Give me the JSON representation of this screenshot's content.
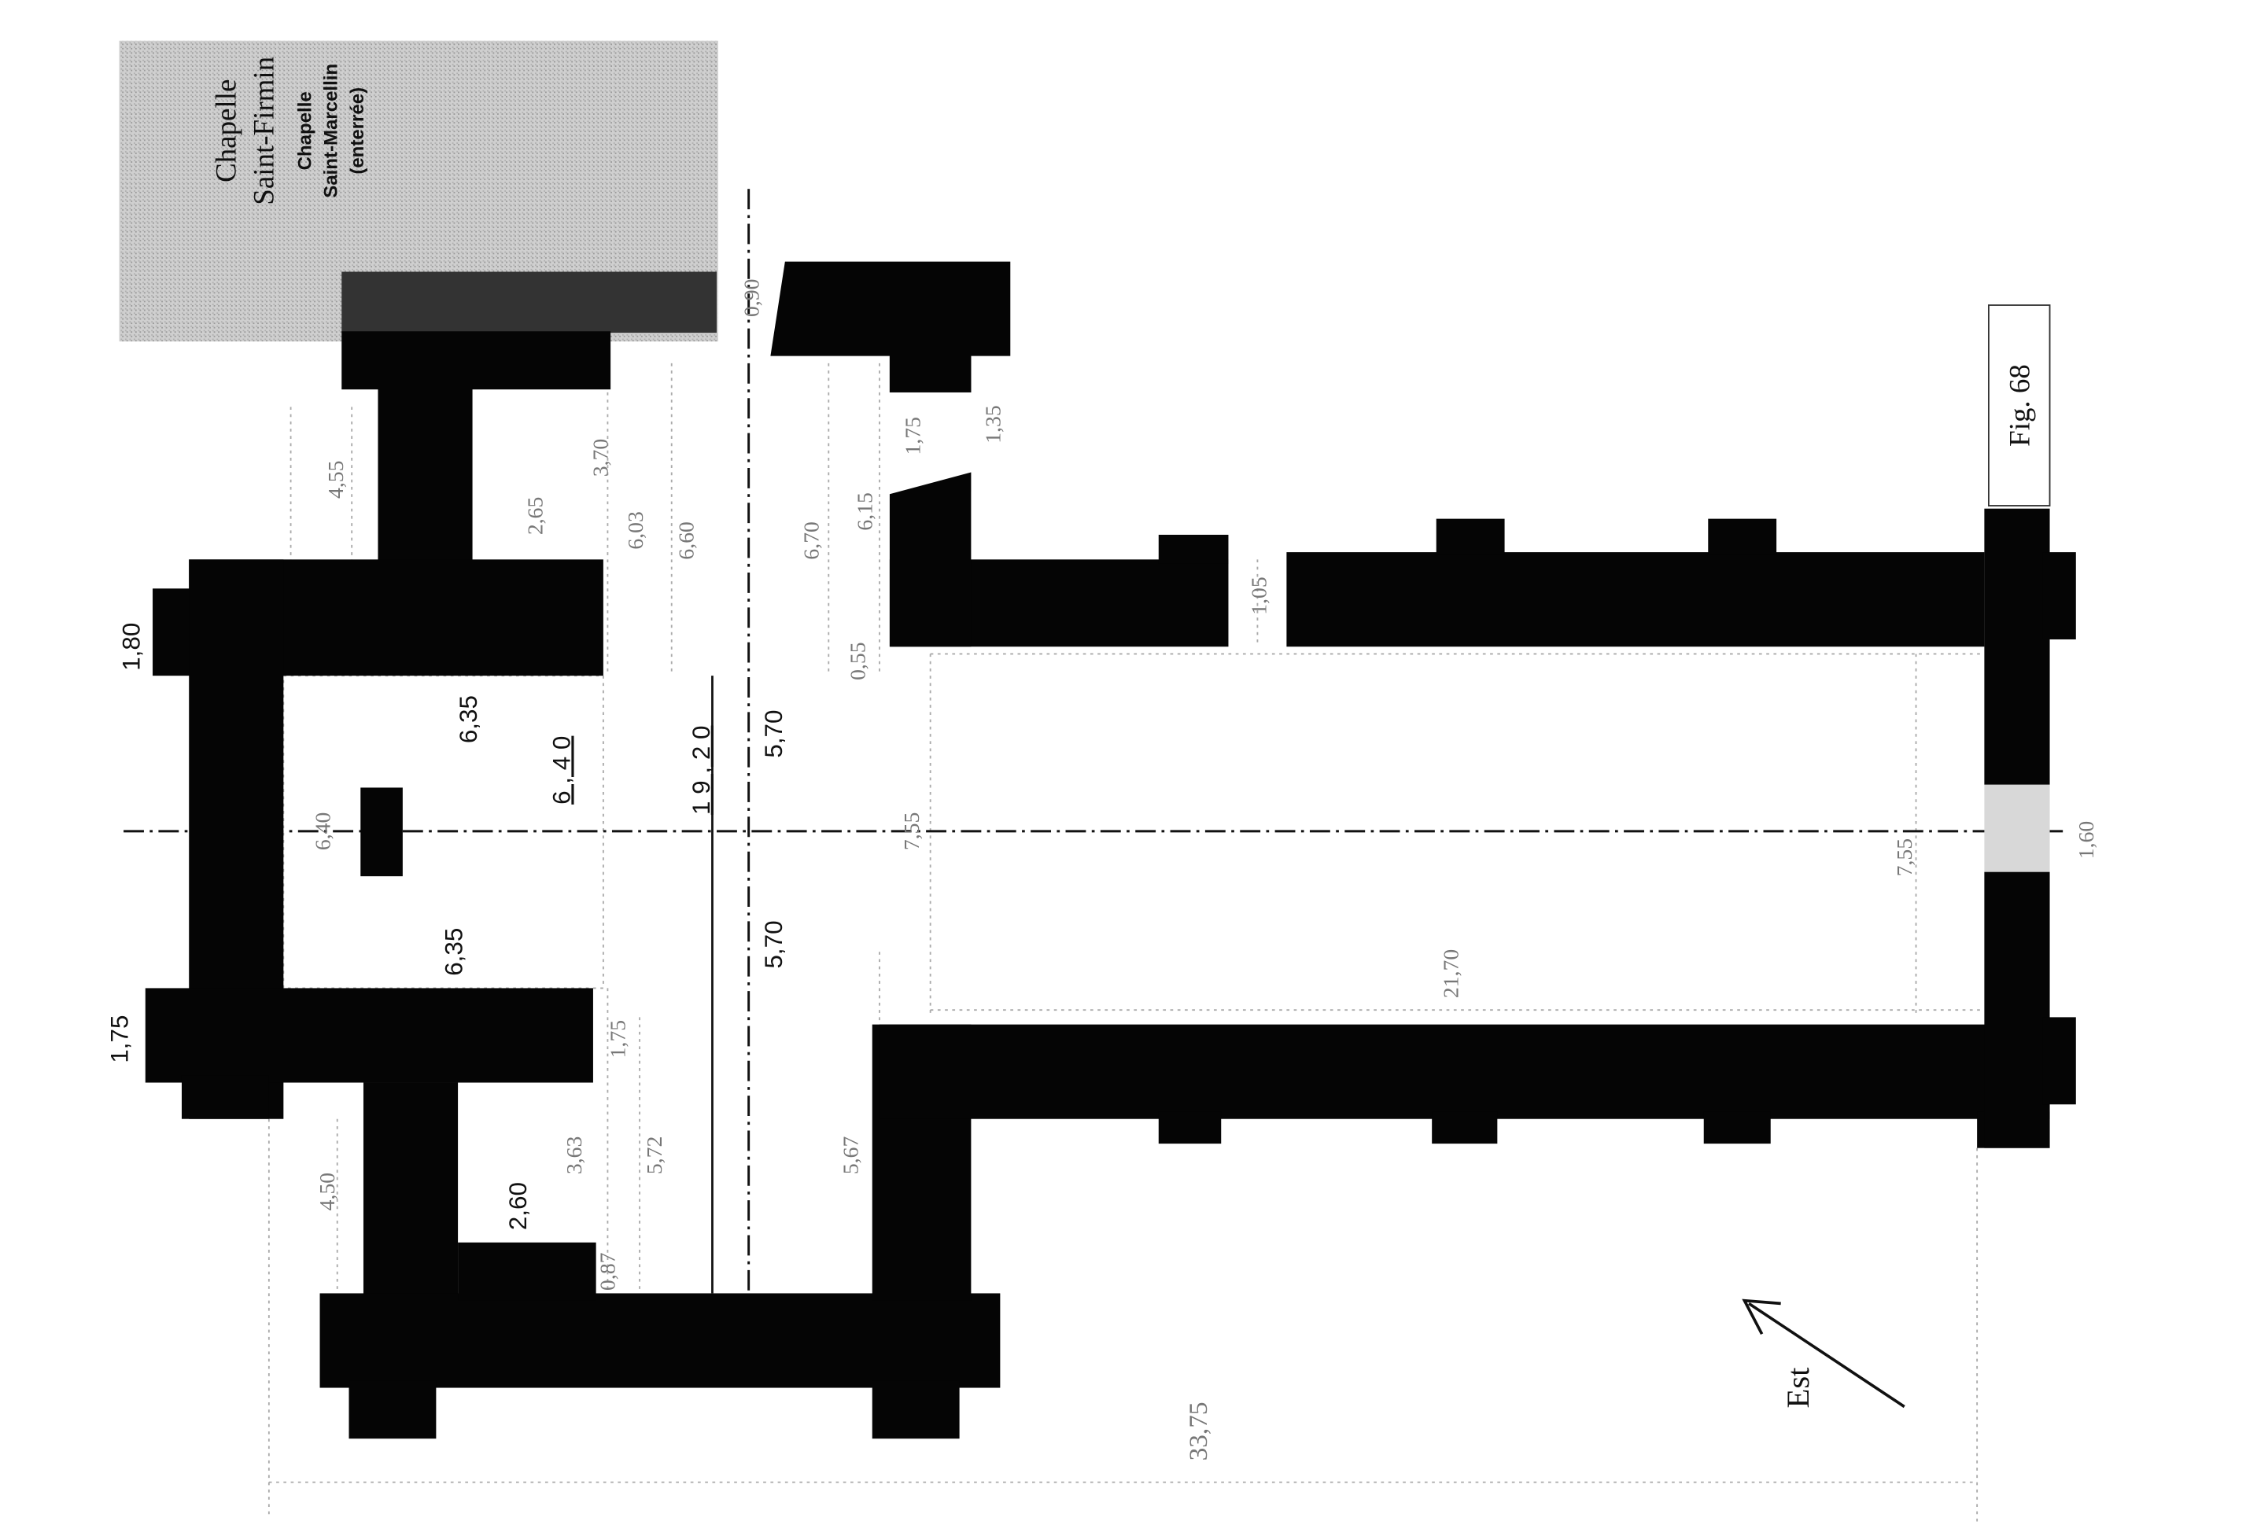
{
  "figure_label": "Fig. 68",
  "orientation_label": "Est",
  "chapels": {
    "line1": "Chapelle",
    "line2": "Saint-Firmin",
    "line3": "Chapelle",
    "line4": "Saint-Marcellin",
    "line5": "(enterrée)"
  },
  "dimensions": {
    "d180": "1,80",
    "d175a": "1,75",
    "d455": "4,55",
    "d450": "4,50",
    "d265": "2,65",
    "d370": "3,70",
    "d603": "6,03",
    "d660": "6,60",
    "d670": "6,70",
    "d615": "6,15",
    "d175b": "1,75",
    "d135": "1,35",
    "d090": "0,90",
    "d055": "0,55",
    "d635a": "6,35",
    "d640": "6,40",
    "d635b": "6,35",
    "d640u": "6 , 4 0",
    "d1920": "1 9 , 2 0",
    "d570a": "5,70",
    "d570b": "5,70",
    "d755a": "7,55",
    "d175c": "1,75",
    "d363": "3,63",
    "d572": "5,72",
    "d567": "5,67",
    "d260": "2,60",
    "d087": "0,87",
    "d105": "1,05",
    "d2170": "21,70",
    "d755b": "7,55",
    "d160": "1,60",
    "d3375": "33,75"
  },
  "colors": {
    "wall": "#050505",
    "chapel_fill": "#c8c8c8",
    "buried_wall": "#3a3a3a"
  }
}
